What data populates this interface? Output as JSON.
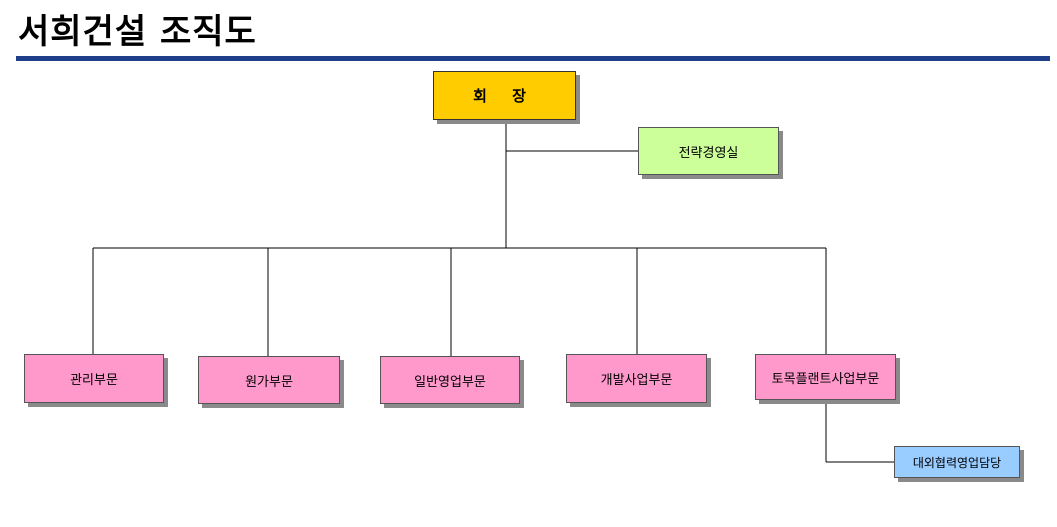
{
  "title": "서희건설 조직도",
  "colors": {
    "title_rule": "#1f3f8a",
    "chairman_fill": "#ffcc00",
    "strategy_fill": "#ccff99",
    "division_fill": "#ff99cc",
    "cooperation_fill": "#99ccff"
  },
  "org": {
    "chairman": "회 장",
    "strategy_office": "전략경영실",
    "divisions": [
      "관리부문",
      "원가부문",
      "일반영업부문",
      "개발사업부문",
      "토목플랜트사업부문"
    ],
    "cooperation": "대외협력영업담당"
  }
}
